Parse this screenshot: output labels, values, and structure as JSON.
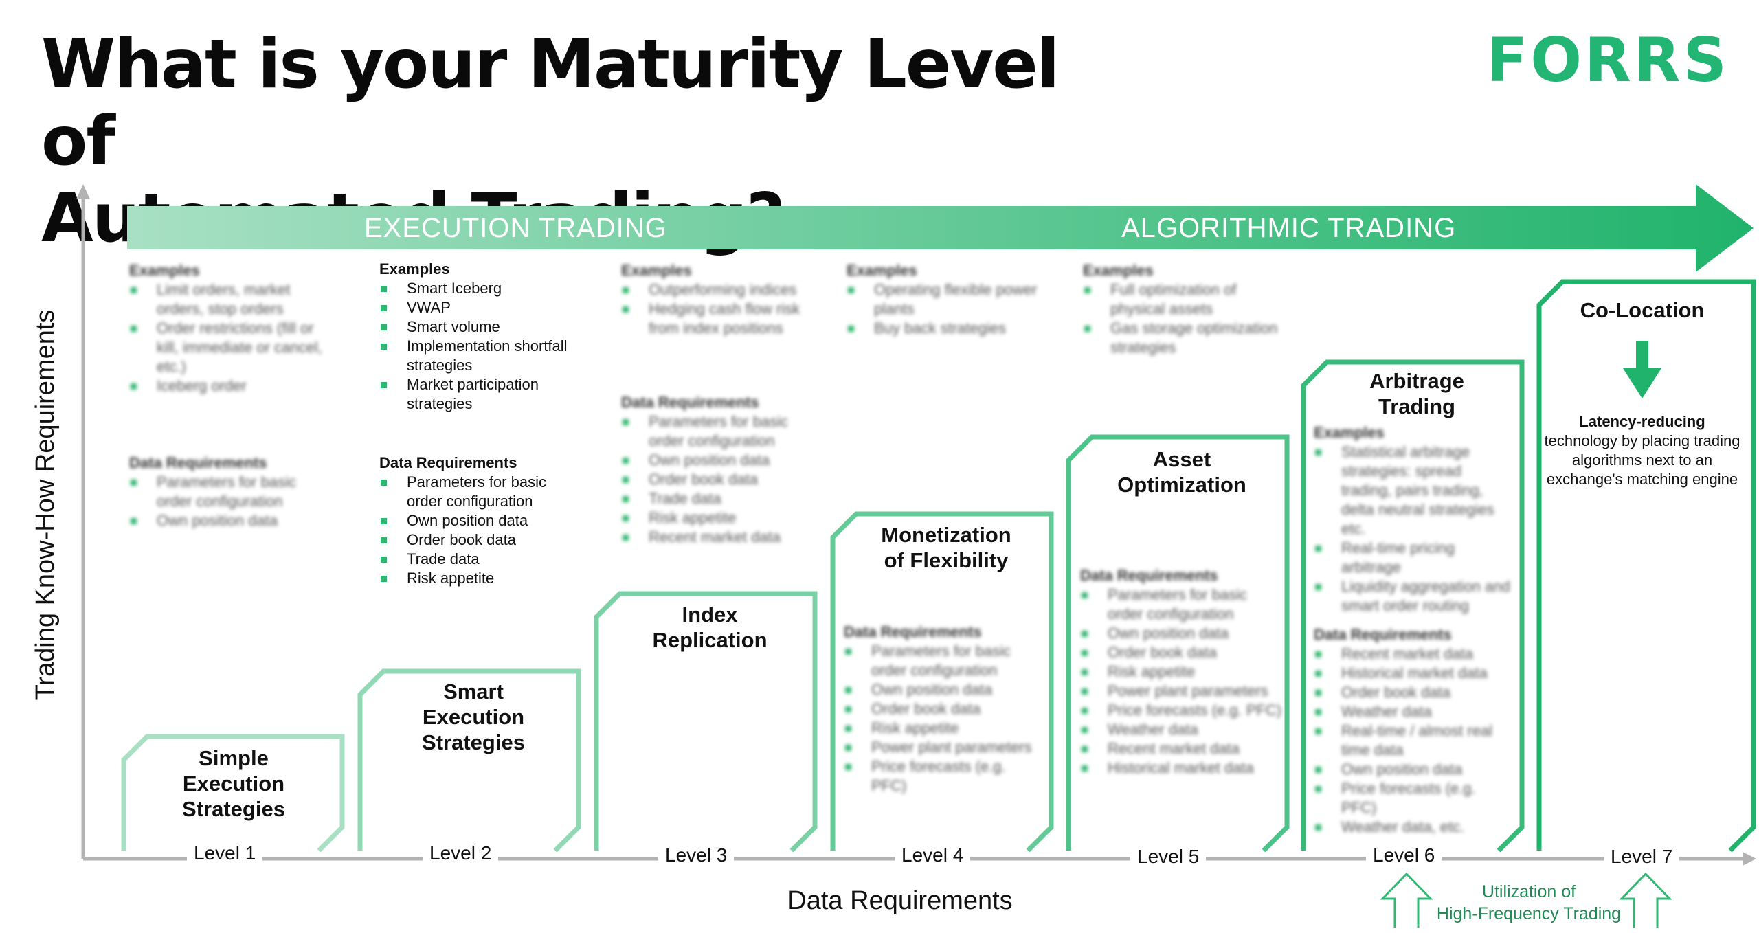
{
  "title": {
    "line1": "What is your Maturity Level of",
    "line2": "Automated Trading?"
  },
  "logo": {
    "text": "FORRS",
    "color": "#22b573"
  },
  "bands": {
    "left": "EXECUTION TRADING",
    "right": "ALGORITHMIC TRADING"
  },
  "colors": {
    "light": "#a8e0c4",
    "dark": "#20b36b",
    "axis": "#b3b3b3"
  },
  "levels": [
    {
      "label": "Level 1",
      "title": [
        "Simple",
        "Execution",
        "Strategies"
      ],
      "examples_heading": "Examples",
      "examples": [
        "Limit orders, market orders, stop orders",
        "Order restrictions (fill or kill, immediate or cancel, etc.)",
        "Iceberg order"
      ],
      "data_heading": "Data Requirements",
      "data": [
        "Parameters for basic order configuration",
        "Own position data"
      ]
    },
    {
      "label": "Level 2",
      "title": [
        "Smart",
        "Execution",
        "Strategies"
      ],
      "examples_heading": "Examples",
      "examples": [
        "Smart Iceberg",
        "VWAP",
        "Smart volume",
        "Implementation shortfall strategies",
        "Market participation strategies"
      ],
      "data_heading": "Data Requirements",
      "data": [
        "Parameters for basic order configuration",
        "Own position data",
        "Order book data",
        "Trade data",
        "Risk appetite"
      ]
    },
    {
      "label": "Level 3",
      "title": [
        "Index",
        "Replication"
      ],
      "examples_heading": "Examples",
      "examples": [
        "Outperforming indices",
        "Hedging cash flow risk from index positions"
      ],
      "data_heading": "Data Requirements",
      "data": [
        "Parameters for basic order configuration",
        "Own position data",
        "Order book data",
        "Trade data",
        "Risk appetite",
        "Recent market data"
      ]
    },
    {
      "label": "Level 4",
      "title": [
        "Monetization",
        "of Flexibility"
      ],
      "examples_heading": "Examples",
      "examples": [
        "Operating flexible power plants",
        "Buy back strategies"
      ],
      "data_heading": "Data Requirements",
      "data": [
        "Parameters for basic order configuration",
        "Own position data",
        "Order book data",
        "Risk appetite",
        "Power plant parameters",
        "Price forecasts (e.g. PFC)"
      ]
    },
    {
      "label": "Level 5",
      "title": [
        "Asset",
        "Optimization"
      ],
      "examples_heading": "Examples",
      "examples": [
        "Full optimization of physical assets",
        "Gas storage optimization strategies"
      ],
      "data_heading": "Data Requirements",
      "data": [
        "Parameters for basic order configuration",
        "Own position data",
        "Order book data",
        "Risk appetite",
        "Power plant parameters",
        "Price forecasts (e.g. PFC)",
        "Weather data",
        "Recent market data",
        "Historical market data"
      ]
    },
    {
      "label": "Level 6",
      "title": [
        "Arbitrage",
        "Trading"
      ],
      "examples_heading": "Examples",
      "examples": [
        "Statistical arbitrage strategies: spread trading, pairs trading, delta neutral strategies etc.",
        "Real-time pricing arbitrage",
        "Liquidity aggregation and smart order routing"
      ],
      "data_heading": "Data Requirements",
      "data": [
        "Recent market data",
        "Historical market data",
        "Order book data",
        "Weather data",
        "Real-time / almost real time data",
        "Own position data",
        "Price forecasts (e.g. PFC)",
        "Weather data, etc."
      ]
    },
    {
      "label": "Level 7",
      "title": [
        "Co-Location"
      ]
    }
  ],
  "colocation": {
    "bold": "Latency-reducing",
    "text": "technology by placing trading algorithms next to an exchange's matching engine"
  },
  "axes": {
    "y": "Trading Know-How Requirements",
    "x": "Data Requirements"
  },
  "hft": {
    "line1": "Utilization of",
    "line2": "High-Frequency Trading"
  }
}
